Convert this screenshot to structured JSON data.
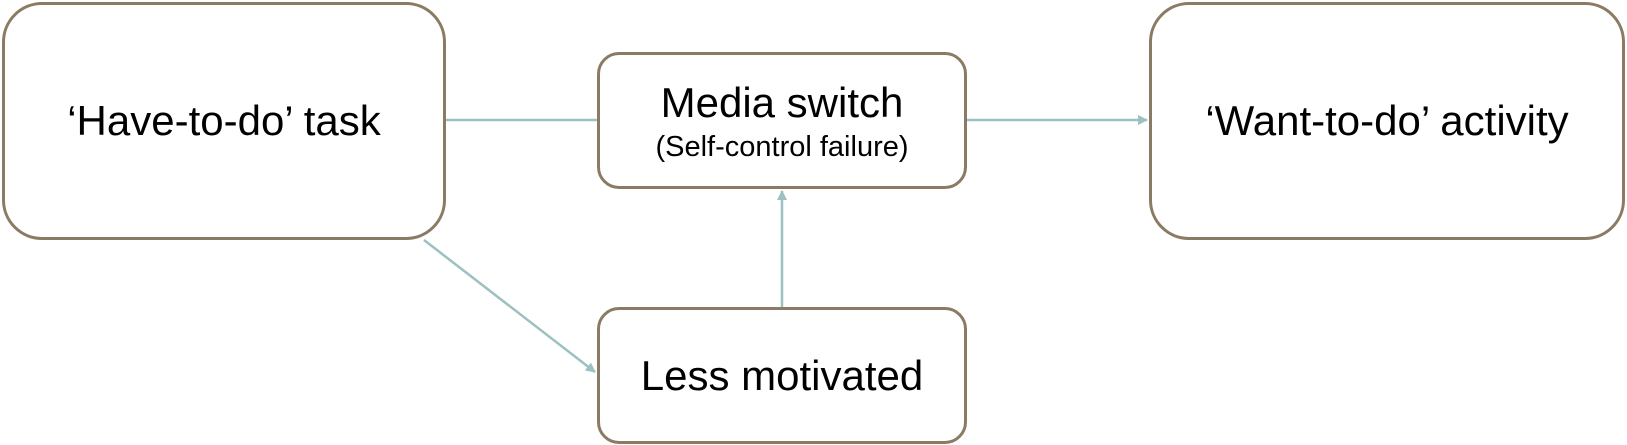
{
  "nodes": {
    "have_to_do": "‘Have-to-do’ task",
    "media_switch": "Media switch",
    "media_switch_sub": "(Self-control failure)",
    "want_to_do": "‘Want-to-do’ activity",
    "less_motivated": "Less motivated"
  },
  "colors": {
    "node_border": "#8B7B64",
    "edge": "#9DC0C0",
    "text": "#000000"
  }
}
